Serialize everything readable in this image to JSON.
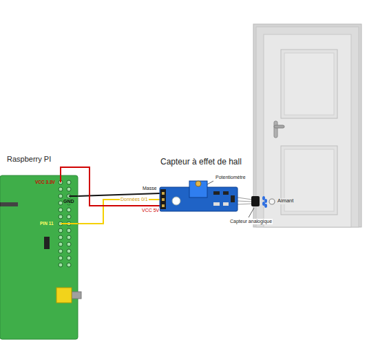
{
  "diagram": {
    "nodes": [
      {
        "text": [
          "Raspberry PI"
        ]
      },
      {
        "text": [
          "Capteur à effet de hall"
        ]
      }
    ],
    "edges": [
      {
        "from": 0,
        "to": 1,
        "arrow": "none",
        "label": "Masse"
      },
      {
        "from": 0,
        "to": 1,
        "arrow": "none",
        "label": "Données 0/1"
      },
      {
        "from": 0,
        "to": 1,
        "arrow": "none",
        "label": "VCC 5V"
      }
    ],
    "labels": [
      "VCC 3.3V",
      "GND",
      "PIN 11",
      "Potentiomètre",
      "Capteur analogique",
      "Aimant"
    ]
  }
}
